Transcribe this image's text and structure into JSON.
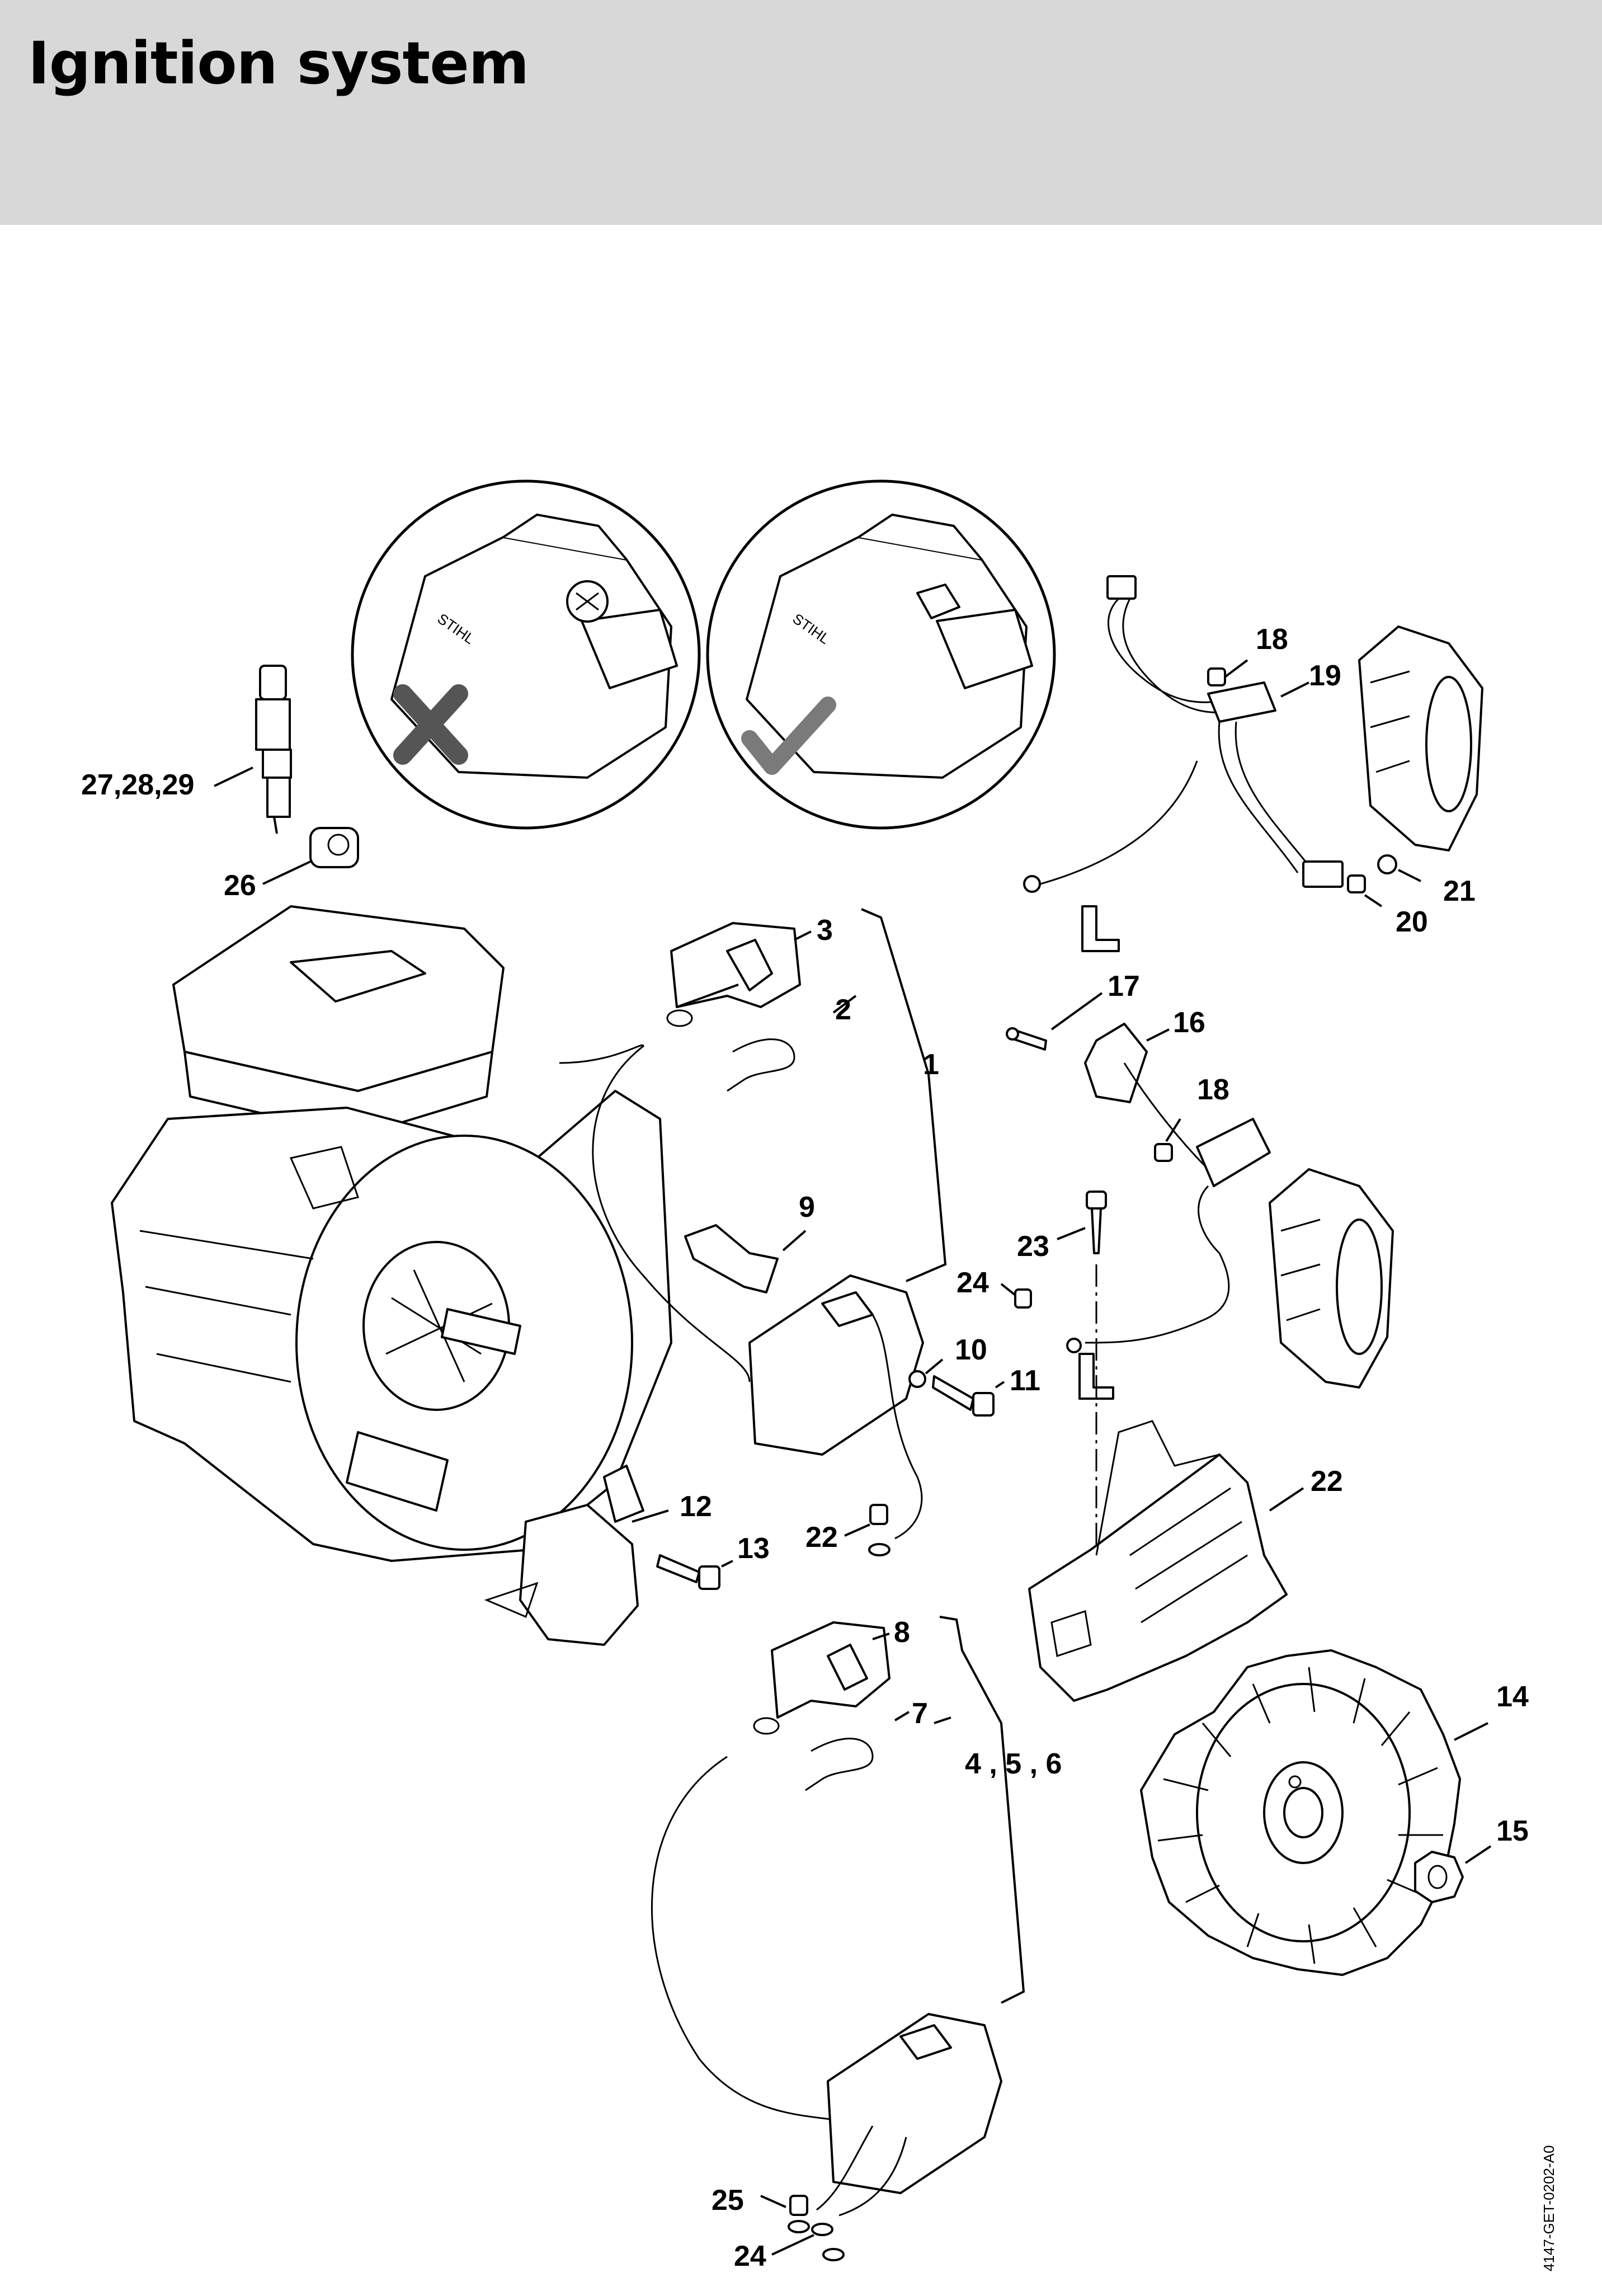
{
  "page": {
    "title": "Ignition system"
  },
  "callouts": {
    "c1": "1",
    "c2": "2",
    "c3": "3",
    "c456": "4 , 5 , 6",
    "c7": "7",
    "c8": "8",
    "c9": "9",
    "c10": "10",
    "c11": "11",
    "c12": "12",
    "c13": "13",
    "c14": "14",
    "c15": "15",
    "c16": "16",
    "c17": "17",
    "c18a": "18",
    "c18b": "18",
    "c19": "19",
    "c20": "20",
    "c21": "21",
    "c22a": "22",
    "c22b": "22",
    "c23": "23",
    "c24a": "24",
    "c24b": "24",
    "c25": "25",
    "c26": "26",
    "c272829": "27,28,29"
  },
  "inset_labels": {
    "brand_left": "STIHL",
    "brand_right": "STIHL"
  },
  "drawing_reference": "4147-GET-0202-A0"
}
